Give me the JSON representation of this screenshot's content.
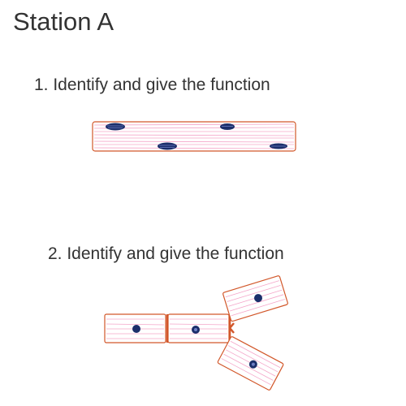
{
  "page": {
    "title": "Station A"
  },
  "questions": [
    {
      "label": "1. Identify and give the function"
    },
    {
      "label": "2. Identify and give the function"
    }
  ],
  "colors": {
    "text": "#333333",
    "cell_border": "#d2572a",
    "striation": "#f4a6c9",
    "nucleus": "#1c2f6b",
    "nucleus_light": "#6d7fc4"
  }
}
